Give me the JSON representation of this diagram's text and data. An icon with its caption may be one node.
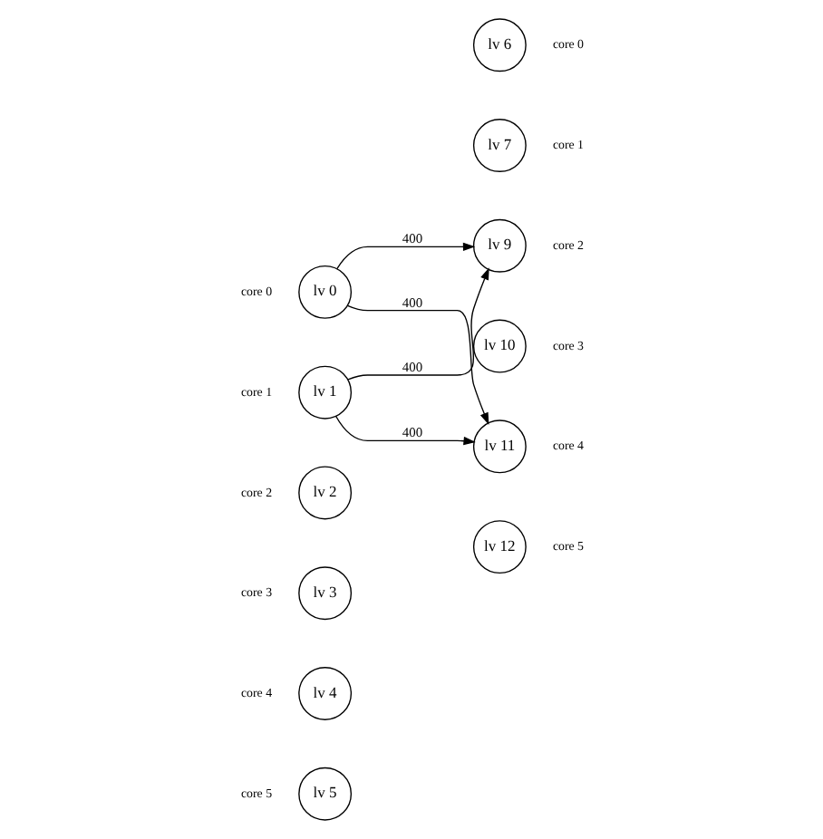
{
  "diagram": {
    "nodes": [
      {
        "text": [
          "lv 0"
        ],
        "beside": [
          "core 0"
        ]
      },
      {
        "text": [
          "lv 1"
        ],
        "beside": [
          "core 1"
        ]
      },
      {
        "text": [
          "lv 2"
        ],
        "beside": [
          "core 2"
        ]
      },
      {
        "text": [
          "lv 3"
        ],
        "beside": [
          "core 3"
        ]
      },
      {
        "text": [
          "lv 4"
        ],
        "beside": [
          "core 4"
        ]
      },
      {
        "text": [
          "lv 5"
        ],
        "beside": [
          "core 5"
        ]
      },
      {
        "text": [
          "lv 6"
        ],
        "beside": [
          "core 0"
        ]
      },
      {
        "text": [
          "lv 7"
        ],
        "beside": [
          "core 1"
        ]
      },
      {
        "text": [
          "lv 9"
        ],
        "beside": [
          "core 2"
        ]
      },
      {
        "text": [
          "lv 10"
        ],
        "beside": [
          "core 3"
        ]
      },
      {
        "text": [
          "lv 11"
        ],
        "beside": [
          "core 4"
        ]
      },
      {
        "text": [
          "lv 12"
        ],
        "beside": [
          "core 5"
        ]
      }
    ],
    "edges": [
      {
        "from": 0,
        "to": 8,
        "arrow": "to",
        "label": "400"
      },
      {
        "from": 0,
        "to": 10,
        "arrow": "to",
        "label": "400"
      },
      {
        "from": 1,
        "to": 8,
        "arrow": "to",
        "label": "400"
      },
      {
        "from": 1,
        "to": 10,
        "arrow": "to",
        "label": "400"
      }
    ]
  }
}
